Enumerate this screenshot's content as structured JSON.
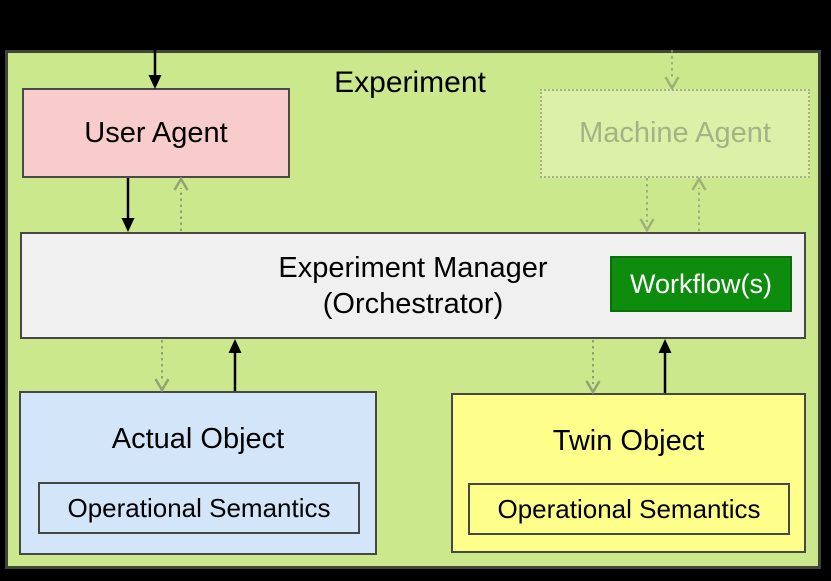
{
  "diagram": {
    "title": "Experiment",
    "type": "block-diagram",
    "background": "#000000",
    "container_fill": "#cbe98c",
    "container_border": "#3f4639"
  },
  "nodes": {
    "user_agent": {
      "label": "User Agent",
      "fill": "#f8cccb",
      "border": "#494949",
      "state": "active"
    },
    "machine_agent": {
      "label": "Machine Agent",
      "fill": "#d6e79d",
      "border_style": "dotted",
      "state": "faded"
    },
    "experiment_manager": {
      "line1": "Experiment Manager",
      "line2": "(Orchestrator)",
      "fill": "#f0f0f0",
      "border": "#474747"
    },
    "workflows": {
      "label": "Workflow(s)",
      "fill": "#0e8c0e",
      "text_color": "#ffffff"
    },
    "actual_object": {
      "label": "Actual Object",
      "inner_label": "Operational Semantics",
      "fill": "#d3e5f8"
    },
    "twin_object": {
      "label": "Twin Object",
      "inner_label": "Operational Semantics",
      "fill": "#feff8b"
    }
  },
  "edges": [
    {
      "from": "top-external",
      "to": "user_agent",
      "style": "solid"
    },
    {
      "from": "top-external",
      "to": "machine_agent",
      "style": "dotted"
    },
    {
      "from": "user_agent",
      "to": "experiment_manager",
      "style": "solid"
    },
    {
      "from": "experiment_manager",
      "to": "user_agent",
      "style": "dotted"
    },
    {
      "from": "machine_agent",
      "to": "experiment_manager",
      "style": "dotted"
    },
    {
      "from": "experiment_manager",
      "to": "machine_agent",
      "style": "dotted"
    },
    {
      "from": "experiment_manager",
      "to": "actual_object",
      "style": "dotted"
    },
    {
      "from": "actual_object",
      "to": "experiment_manager",
      "style": "solid"
    },
    {
      "from": "experiment_manager",
      "to": "twin_object",
      "style": "dotted"
    },
    {
      "from": "twin_object",
      "to": "experiment_manager",
      "style": "solid"
    }
  ],
  "colors": {
    "solid_arrow": "#000000",
    "dotted_arrow": "#93a271"
  }
}
